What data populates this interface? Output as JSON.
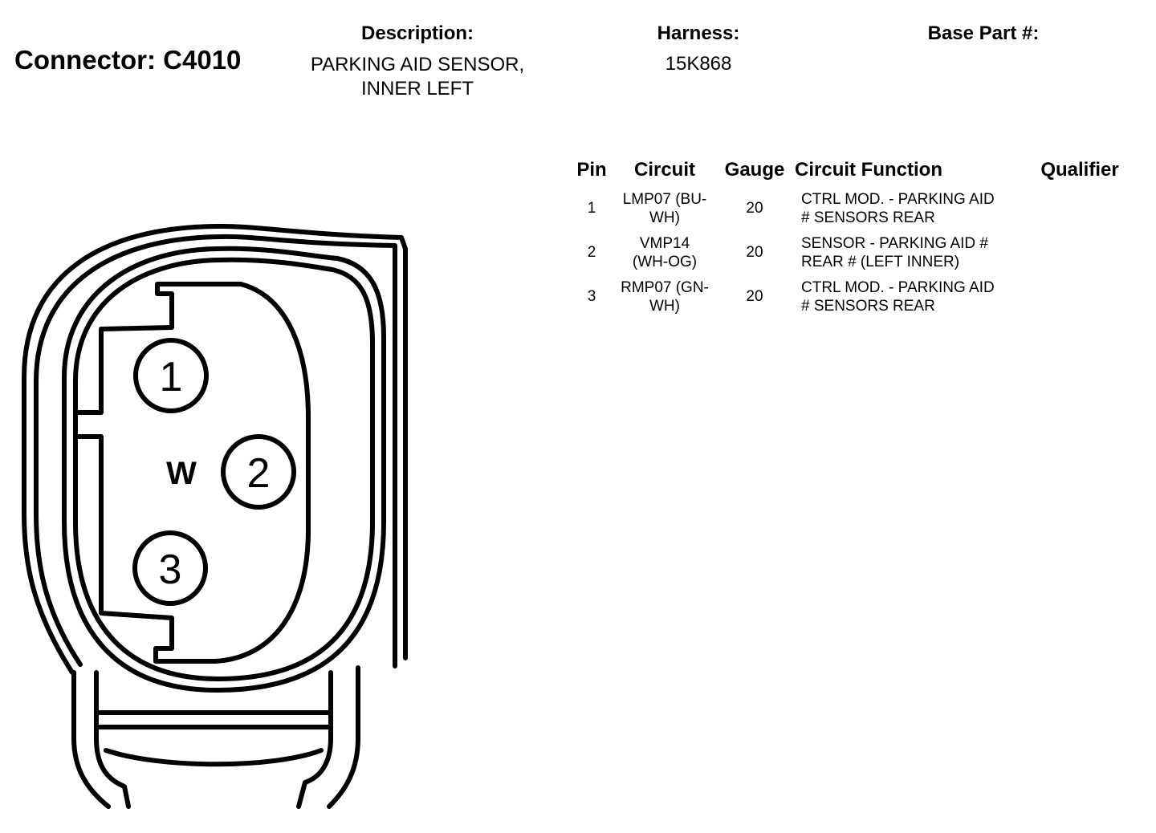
{
  "header": {
    "connector_title": "Connector: C4010",
    "description_label": "Description:",
    "description_lines": [
      "PARKING AID SENSOR,",
      "INNER LEFT"
    ],
    "harness_label": "Harness:",
    "harness_value": "15K868",
    "base_part_label": "Base Part #:"
  },
  "table": {
    "headers": {
      "pin": "Pin",
      "circuit": "Circuit",
      "gauge": "Gauge",
      "function": "Circuit Function",
      "qualifier": "Qualifier"
    },
    "rows": [
      {
        "pin": "1",
        "circuit_lines": [
          "LMP07 (BU-",
          "WH)"
        ],
        "gauge": "20",
        "function_lines": [
          "CTRL MOD. - PARKING AID",
          "# SENSORS REAR"
        ],
        "qualifier": ""
      },
      {
        "pin": "2",
        "circuit_lines": [
          "VMP14",
          "(WH-OG)"
        ],
        "gauge": "20",
        "function_lines": [
          "SENSOR - PARKING AID #",
          "REAR # (LEFT INNER)"
        ],
        "qualifier": ""
      },
      {
        "pin": "3",
        "circuit_lines": [
          "RMP07 (GN-",
          "WH)"
        ],
        "gauge": "20",
        "function_lines": [
          "CTRL MOD. - PARKING AID",
          "# SENSORS REAR"
        ],
        "qualifier": ""
      }
    ]
  },
  "diagram": {
    "pin_labels": [
      "1",
      "2",
      "3"
    ],
    "key_marker": "W"
  }
}
